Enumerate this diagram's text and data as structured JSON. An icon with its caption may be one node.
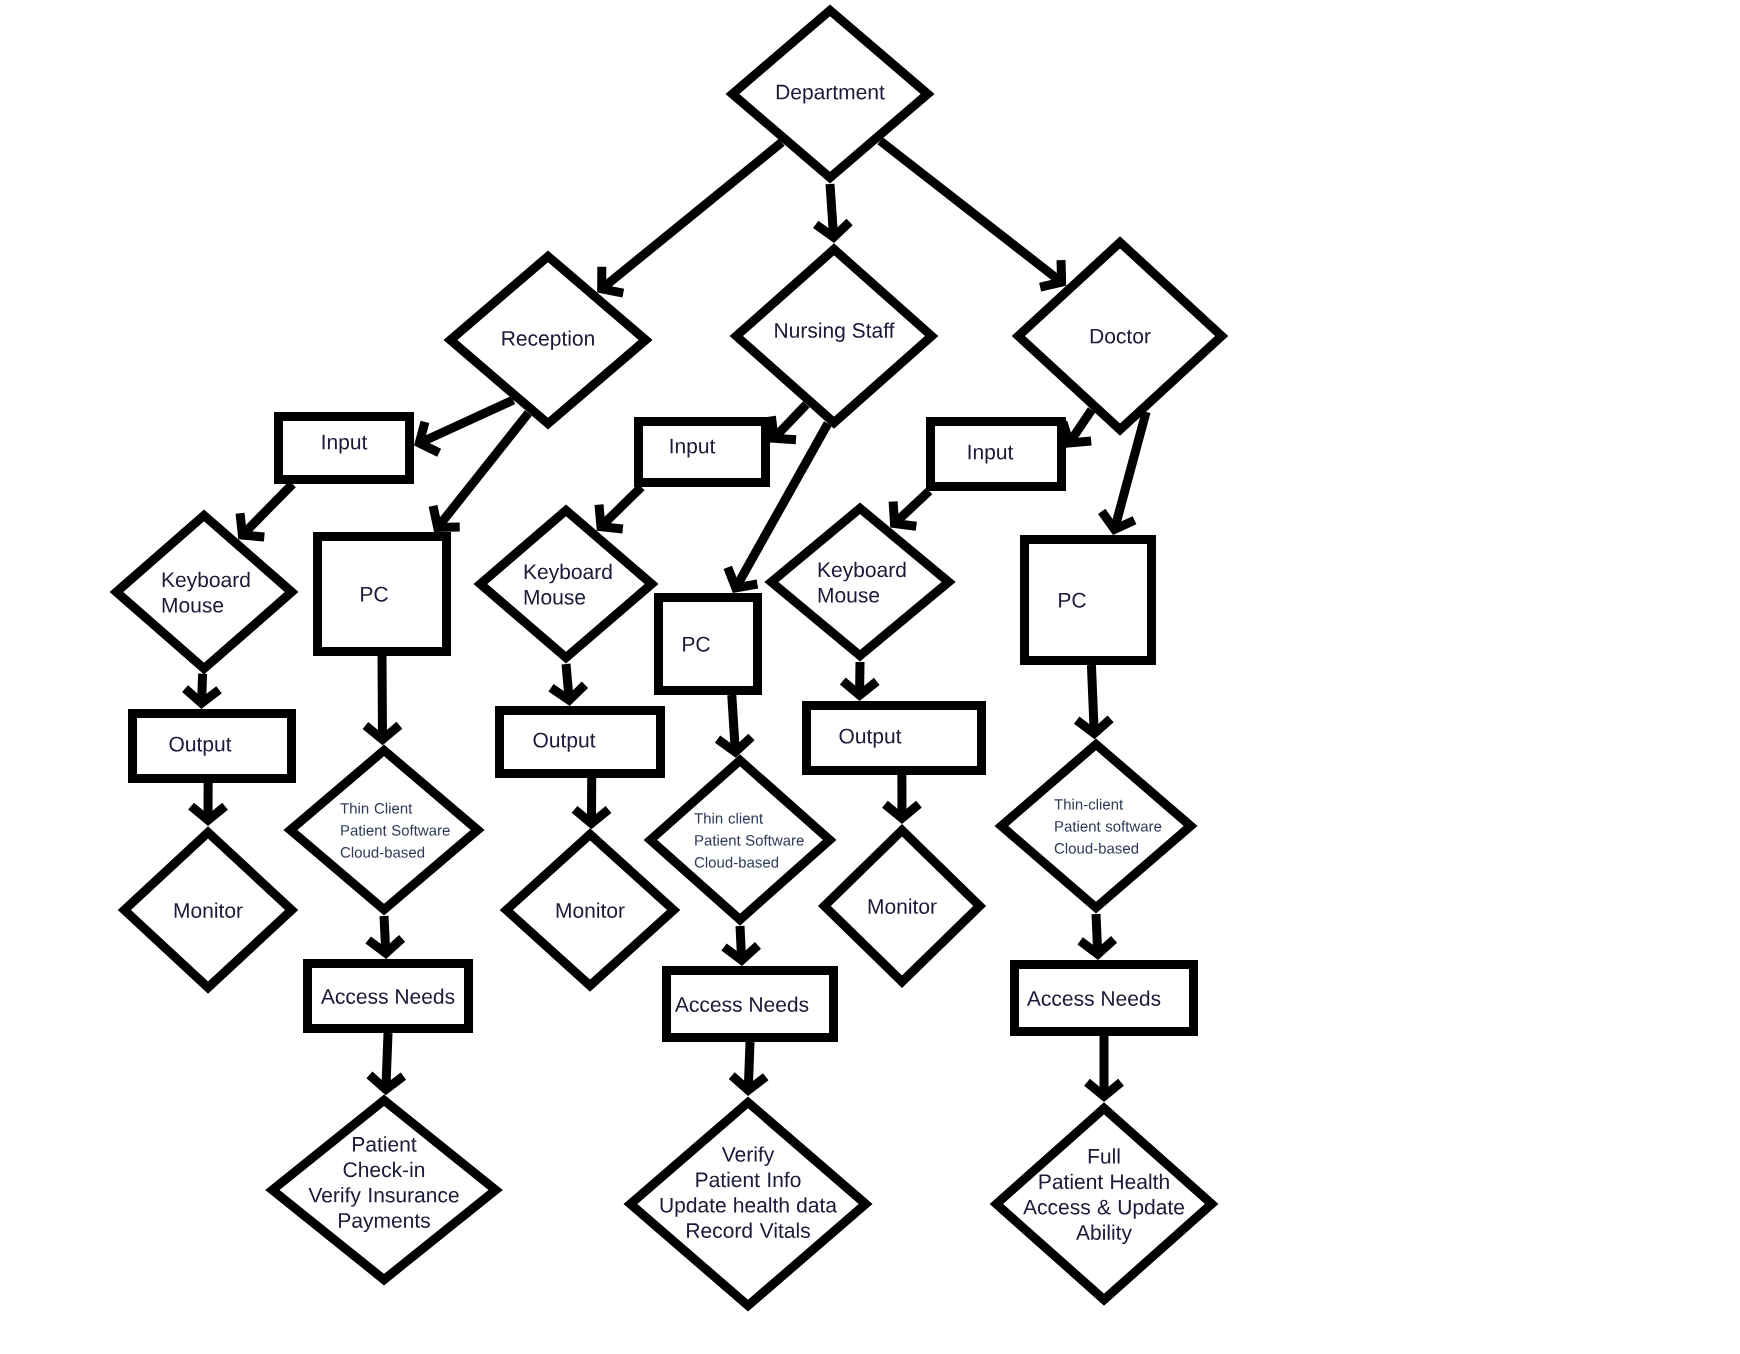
{
  "diagram": {
    "nodes": [
      {
        "text": [
          "Department"
        ]
      },
      {
        "text": [
          "Reception"
        ]
      },
      {
        "text": [
          "Nursing Staff"
        ]
      },
      {
        "text": [
          "Doctor"
        ]
      },
      {
        "text": [
          "Input"
        ]
      },
      {
        "text": [
          "Keyboard Mouse"
        ]
      },
      {
        "text": [
          "PC"
        ]
      },
      {
        "text": [
          "Output"
        ]
      },
      {
        "text": [
          "Thin Client Patient Software Cloud-based"
        ]
      },
      {
        "text": [
          "Monitor"
        ]
      },
      {
        "text": [
          "Access Needs"
        ]
      },
      {
        "text": [
          "Patient Check-in Verify Insurance Payments"
        ]
      },
      {
        "text": [
          "Input"
        ]
      },
      {
        "text": [
          "Keyboard Mouse"
        ]
      },
      {
        "text": [
          "PC"
        ]
      },
      {
        "text": [
          "Output"
        ]
      },
      {
        "text": [
          "Thin client Patient Software Cloud-based"
        ]
      },
      {
        "text": [
          "Monitor"
        ]
      },
      {
        "text": [
          "Access Needs"
        ]
      },
      {
        "text": [
          "Verify Patient Info Update health data Record Vitals"
        ]
      },
      {
        "text": [
          "Input"
        ]
      },
      {
        "text": [
          "Keyboard Mouse"
        ]
      },
      {
        "text": [
          "PC"
        ]
      },
      {
        "text": [
          "Output"
        ]
      },
      {
        "text": [
          "Thin-client Patient software Cloud-based"
        ]
      },
      {
        "text": [
          "Monitor"
        ]
      },
      {
        "text": [
          "Access Needs"
        ]
      },
      {
        "text": [
          "Full Patient Health Access & Update Ability"
        ]
      }
    ],
    "edges": [
      {
        "from": 0,
        "to": 1,
        "arrow": "to"
      },
      {
        "from": 0,
        "to": 2,
        "arrow": "to"
      },
      {
        "from": 0,
        "to": 3,
        "arrow": "to"
      },
      {
        "from": 1,
        "to": 4,
        "arrow": "to"
      },
      {
        "from": 1,
        "to": 6,
        "arrow": "to"
      },
      {
        "from": 4,
        "to": 5,
        "arrow": "to"
      },
      {
        "from": 5,
        "to": 7,
        "arrow": "to"
      },
      {
        "from": 7,
        "to": 9,
        "arrow": "to"
      },
      {
        "from": 6,
        "to": 8,
        "arrow": "to"
      },
      {
        "from": 8,
        "to": 10,
        "arrow": "to"
      },
      {
        "from": 10,
        "to": 11,
        "arrow": "to"
      },
      {
        "from": 2,
        "to": 12,
        "arrow": "to"
      },
      {
        "from": 2,
        "to": 14,
        "arrow": "to"
      },
      {
        "from": 12,
        "to": 13,
        "arrow": "to"
      },
      {
        "from": 13,
        "to": 15,
        "arrow": "to"
      },
      {
        "from": 15,
        "to": 17,
        "arrow": "to"
      },
      {
        "from": 14,
        "to": 16,
        "arrow": "to"
      },
      {
        "from": 16,
        "to": 18,
        "arrow": "to"
      },
      {
        "from": 18,
        "to": 19,
        "arrow": "to"
      },
      {
        "from": 3,
        "to": 20,
        "arrow": "to"
      },
      {
        "from": 3,
        "to": 22,
        "arrow": "to"
      },
      {
        "from": 20,
        "to": 21,
        "arrow": "to"
      },
      {
        "from": 21,
        "to": 23,
        "arrow": "to"
      },
      {
        "from": 23,
        "to": 25,
        "arrow": "to"
      },
      {
        "from": 22,
        "to": 24,
        "arrow": "to"
      },
      {
        "from": 24,
        "to": 26,
        "arrow": "to"
      },
      {
        "from": 26,
        "to": 27,
        "arrow": "to"
      }
    ]
  }
}
